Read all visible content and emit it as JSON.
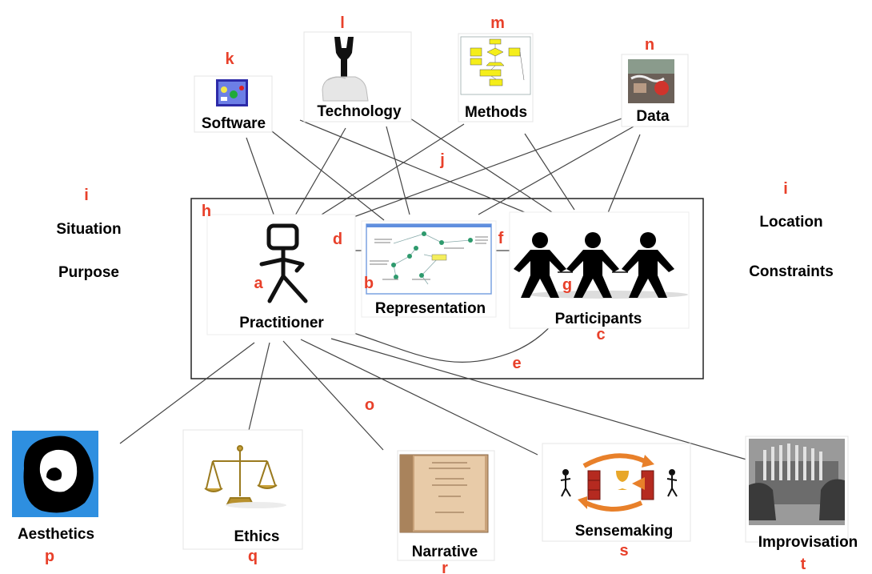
{
  "nodes": {
    "software": "Software",
    "technology": "Technology",
    "methods": "Methods",
    "data": "Data",
    "practitioner": "Practitioner",
    "representation": "Representation",
    "participants": "Participants",
    "situation": "Situation",
    "purpose": "Purpose",
    "location": "Location",
    "constraints": "Constraints",
    "aesthetics": "Aesthetics",
    "ethics": "Ethics",
    "narrative": "Narrative",
    "sensemaking": "Sensemaking",
    "improvisation": "Improvisation"
  },
  "letters": {
    "a": "a",
    "b": "b",
    "c": "c",
    "d": "d",
    "e": "e",
    "f": "f",
    "g": "g",
    "h": "h",
    "i_left": "i",
    "i_right": "i",
    "j": "j",
    "k": "k",
    "l": "l",
    "m": "m",
    "n": "n",
    "o": "o",
    "p": "p",
    "q": "q",
    "r": "r",
    "s": "s",
    "t": "t"
  },
  "colors": {
    "letter": "#e8402a",
    "line": "#444444",
    "frame": "#222222"
  },
  "icons": {
    "software": "software-icon",
    "technology": "wrench-hand-icon",
    "methods": "flowchart-icon",
    "data": "data-photo-icon",
    "practitioner": "stick-figure-icon",
    "representation": "map-diagram-icon",
    "participants": "three-people-icon",
    "aesthetics": "abstract-blob-icon",
    "ethics": "scales-icon",
    "narrative": "book-icon",
    "sensemaking": "sensemaking-cycle-icon",
    "improvisation": "kalimba-hands-icon"
  }
}
